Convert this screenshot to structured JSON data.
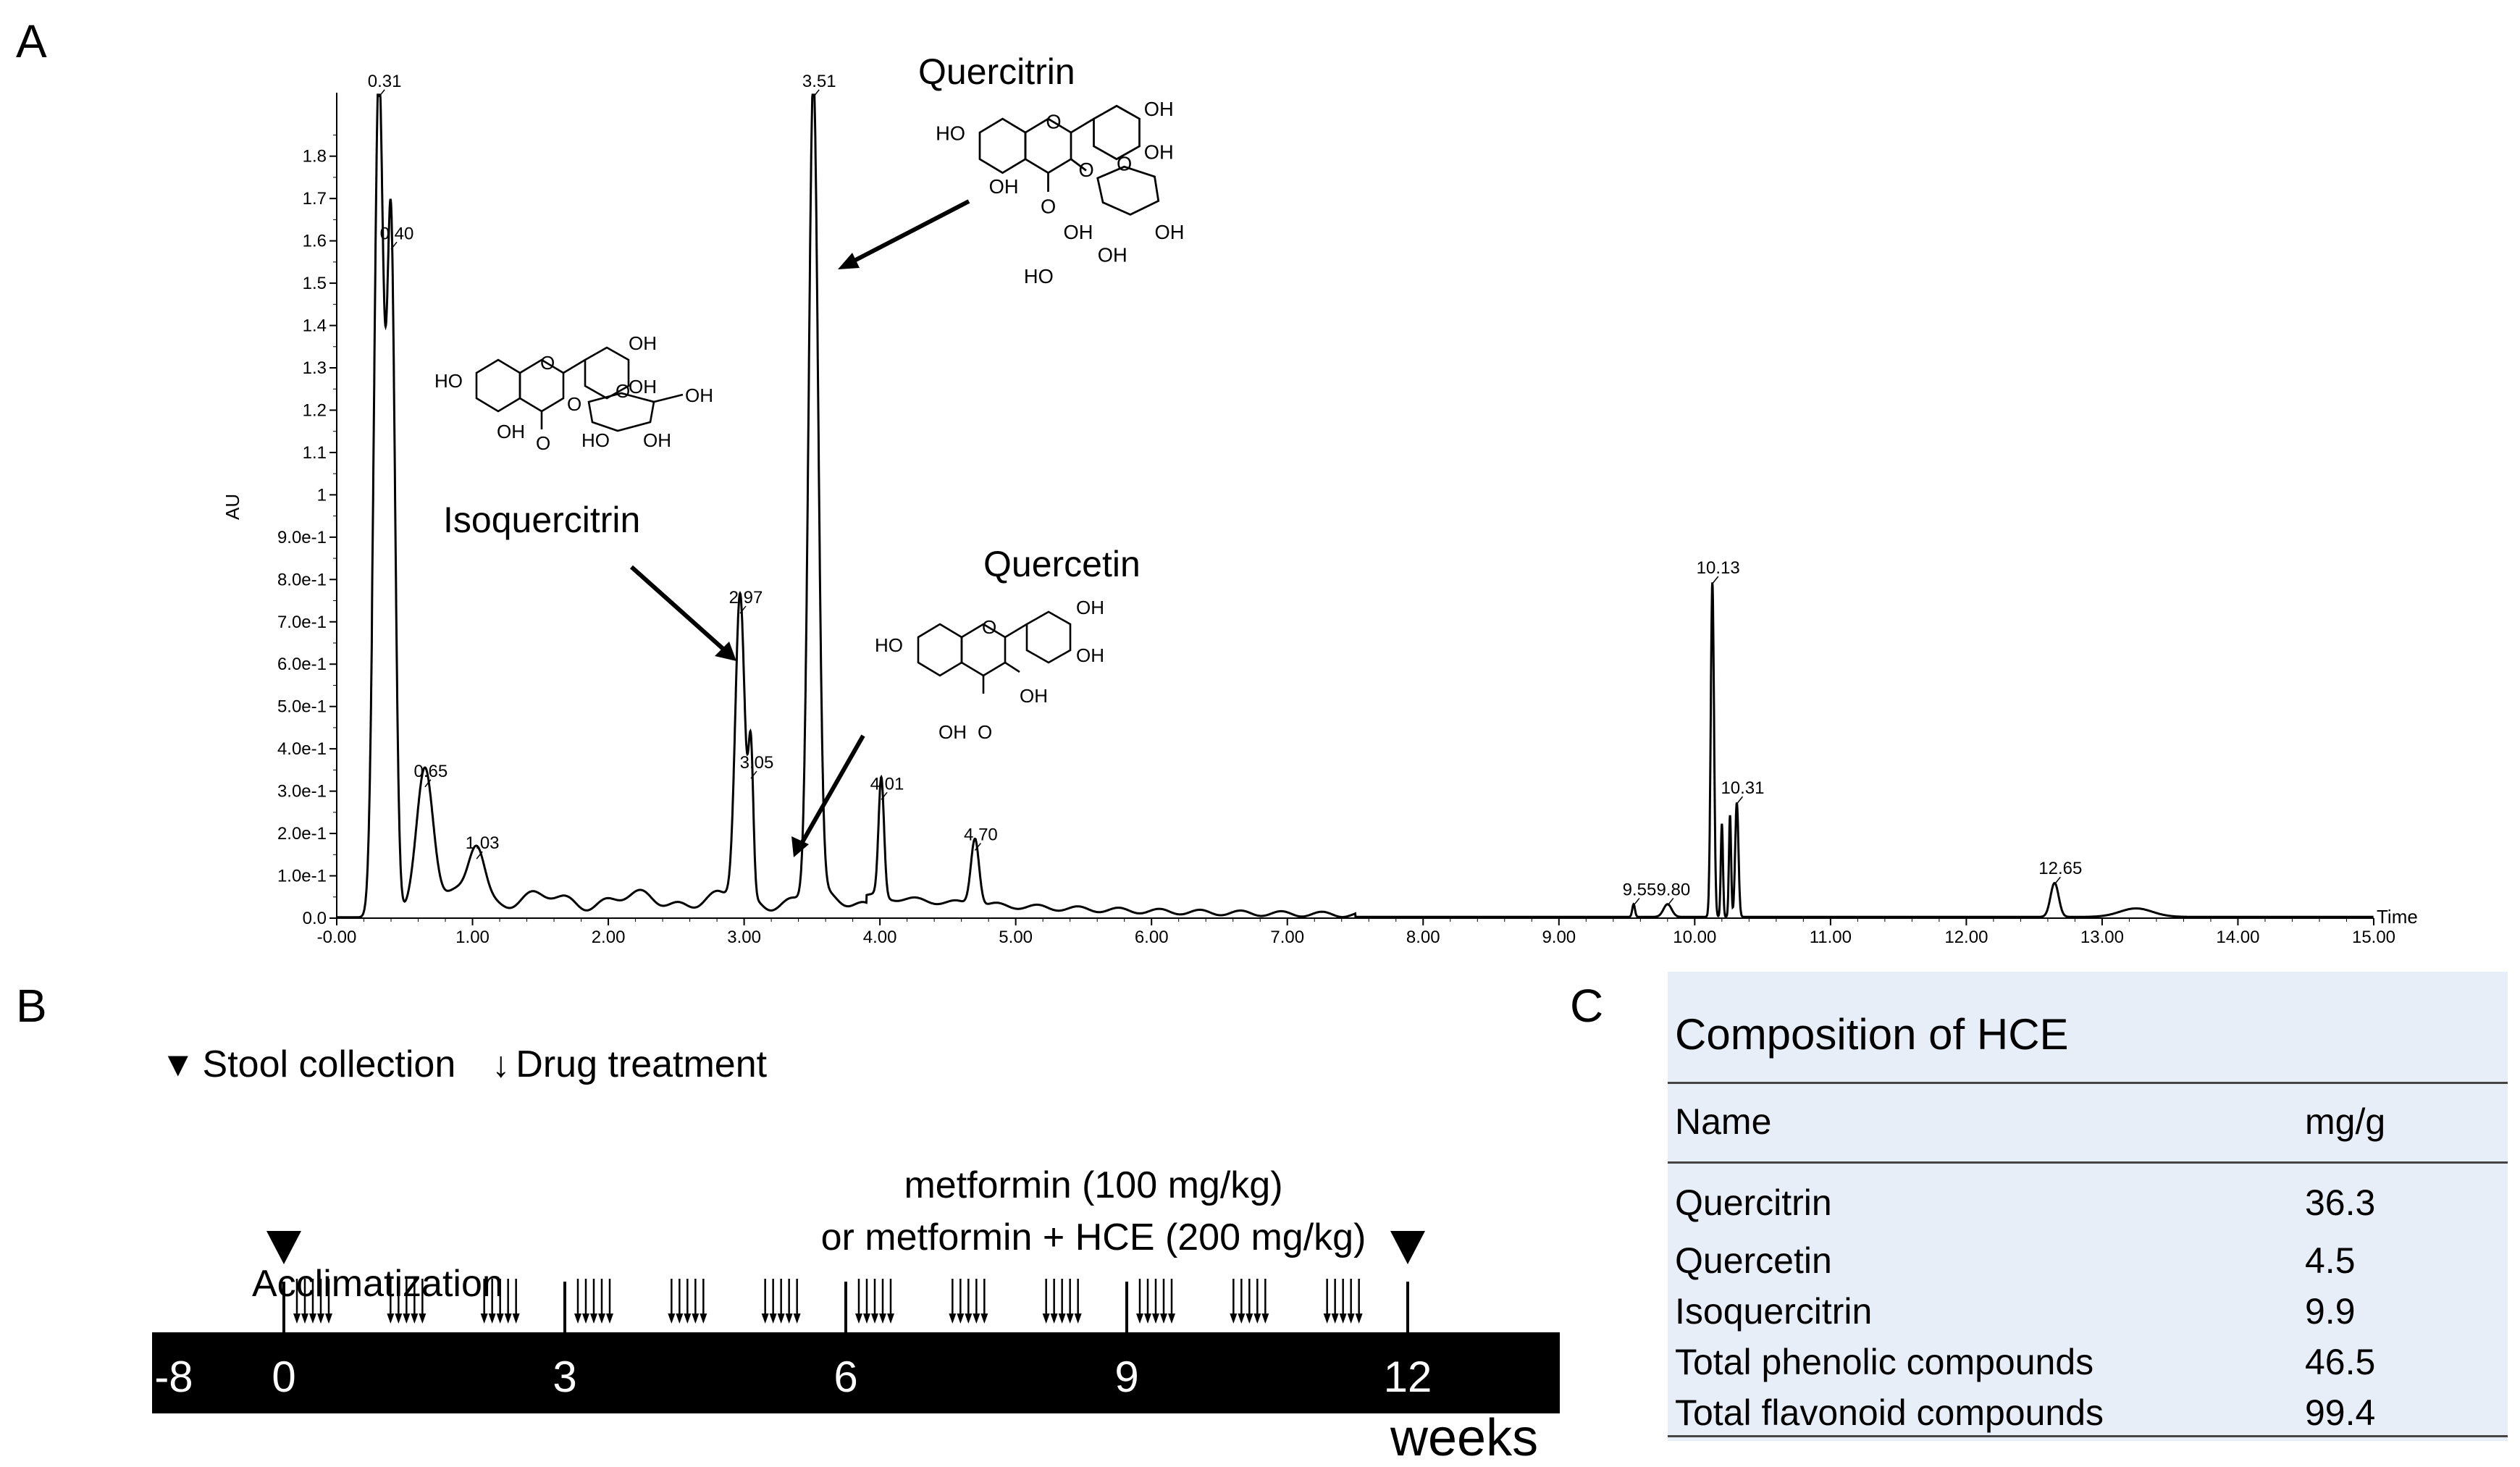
{
  "panels": {
    "a": "A",
    "b": "B",
    "c": "C"
  },
  "chart_data": {
    "type": "line",
    "xlabel": "Time",
    "ylabel": "AU",
    "xlim": [
      0,
      15
    ],
    "ylim": [
      0,
      1.95
    ],
    "x_ticks": [
      "-0.00",
      "1.00",
      "2.00",
      "3.00",
      "4.00",
      "5.00",
      "6.00",
      "7.00",
      "8.00",
      "9.00",
      "10.00",
      "11.00",
      "12.00",
      "13.00",
      "14.00",
      "15.00"
    ],
    "y_ticks": [
      {
        "v": 0.0,
        "t": "0.0"
      },
      {
        "v": 0.1,
        "t": "1.0e-1"
      },
      {
        "v": 0.2,
        "t": "2.0e-1"
      },
      {
        "v": 0.3,
        "t": "3.0e-1"
      },
      {
        "v": 0.4,
        "t": "4.0e-1"
      },
      {
        "v": 0.5,
        "t": "5.0e-1"
      },
      {
        "v": 0.6,
        "t": "6.0e-1"
      },
      {
        "v": 0.7,
        "t": "7.0e-1"
      },
      {
        "v": 0.8,
        "t": "8.0e-1"
      },
      {
        "v": 0.9,
        "t": "9.0e-1"
      },
      {
        "v": 1.0,
        "t": "1"
      },
      {
        "v": 1.1,
        "t": "1.1"
      },
      {
        "v": 1.2,
        "t": "1.2"
      },
      {
        "v": 1.3,
        "t": "1.3"
      },
      {
        "v": 1.4,
        "t": "1.4"
      },
      {
        "v": 1.5,
        "t": "1.5"
      },
      {
        "v": 1.6,
        "t": "1.6"
      },
      {
        "v": 1.7,
        "t": "1.7"
      },
      {
        "v": 1.8,
        "t": "1.8"
      }
    ],
    "peaks": [
      {
        "t": 0.31,
        "h": 1.94,
        "label": "0.31"
      },
      {
        "t": 0.4,
        "h": 1.58,
        "label": "0.40"
      },
      {
        "t": 0.65,
        "h": 0.31,
        "label": "0.65"
      },
      {
        "t": 1.03,
        "h": 0.14,
        "label": "1.03"
      },
      {
        "t": 2.97,
        "h": 0.72,
        "label": "2.97"
      },
      {
        "t": 3.05,
        "h": 0.33,
        "label": "3.05"
      },
      {
        "t": 3.51,
        "h": 1.94,
        "label": "3.51"
      },
      {
        "t": 4.01,
        "h": 0.28,
        "label": "4.01"
      },
      {
        "t": 4.7,
        "h": 0.16,
        "label": "4.70"
      },
      {
        "t": 9.55,
        "h": 0.03,
        "label": "9.55"
      },
      {
        "t": 9.8,
        "h": 0.03,
        "label": "9.80"
      },
      {
        "t": 10.13,
        "h": 0.79,
        "label": "10.13"
      },
      {
        "t": 10.31,
        "h": 0.27,
        "label": "10.31"
      },
      {
        "t": 12.65,
        "h": 0.08,
        "label": "12.65"
      }
    ],
    "annotations": [
      "Quercitrin",
      "Isoquercitrin",
      "Quercetin"
    ]
  },
  "molecule_labels": {
    "ho": "HO",
    "oh": "OH",
    "o": "O"
  },
  "timeline": {
    "legend_stool": "Stool collection",
    "legend_drug": "Drug treatment",
    "acclimatization": "Acclimatization",
    "treatment_line1": "metformin (100 mg/kg)",
    "treatment_line2": "or metformin + HCE (200 mg/kg)",
    "week_ticks": [
      {
        "w": -8,
        "t": "-8"
      },
      {
        "w": 0,
        "t": "0"
      },
      {
        "w": 3,
        "t": "3"
      },
      {
        "w": 6,
        "t": "6"
      },
      {
        "w": 9,
        "t": "9"
      },
      {
        "w": 12,
        "t": "12"
      }
    ],
    "unit": "weeks",
    "stool_weeks": [
      0,
      12
    ],
    "dosing_weeks": 12,
    "doses_per_week": 5
  },
  "composition": {
    "title": "Composition of HCE",
    "headers": [
      "Name",
      "mg/g"
    ],
    "rows": [
      [
        "Quercitrin",
        "36.3"
      ],
      [
        "Quercetin",
        "4.5"
      ],
      [
        "Isoquercitrin",
        "9.9"
      ],
      [
        "Total phenolic compounds",
        "46.5"
      ],
      [
        "Total flavonoid compounds",
        "99.4"
      ]
    ]
  }
}
